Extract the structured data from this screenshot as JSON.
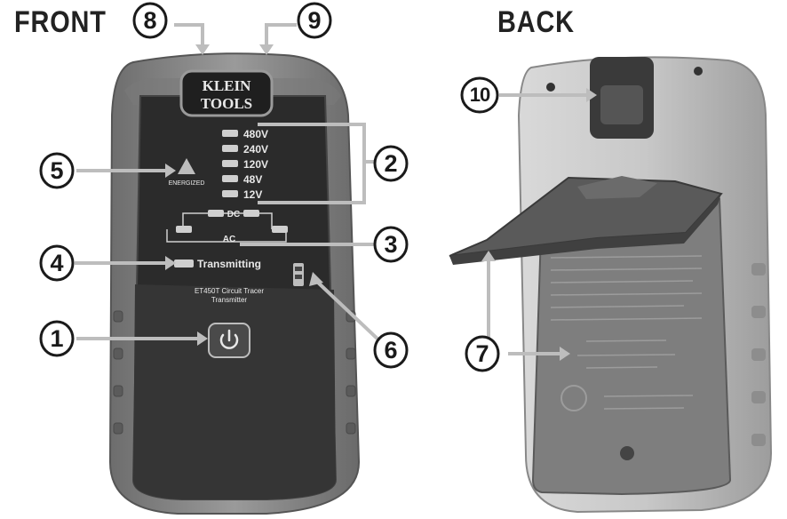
{
  "front_heading": "FRONT",
  "back_heading": "BACK",
  "brand": {
    "line1": "KLEIN",
    "line2": "TOOLS"
  },
  "voltage_levels": [
    "480V",
    "240V",
    "120V",
    "48V",
    "12V"
  ],
  "energized_label": "ENERGIZED",
  "dc_label": "DC",
  "ac_label": "AC",
  "transmitting_label": "Transmitting",
  "model_label": {
    "line1": "ET450T Circuit Tracer",
    "line2": "Transmitter"
  },
  "power_icon": "power-icon",
  "callouts": [
    "1",
    "2",
    "3",
    "4",
    "5",
    "6",
    "7",
    "8",
    "9",
    "10"
  ]
}
